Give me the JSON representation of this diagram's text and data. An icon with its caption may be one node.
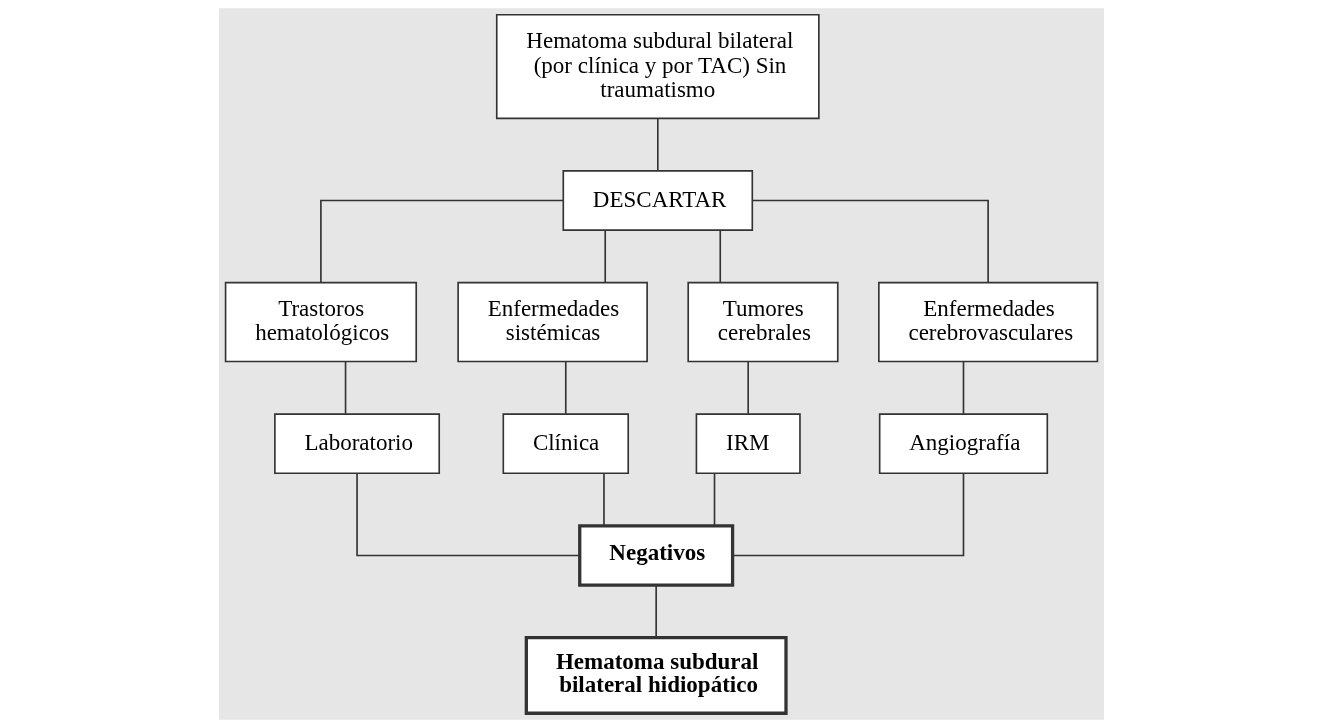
{
  "diagram": {
    "nodes": [
      {
        "text": [
          "Hematoma subdural bilateral (por clínica y por TAC) Sin traumatismo"
        ]
      },
      {
        "text": [
          "DESCARTAR"
        ]
      },
      {
        "text": [
          "Trastoros hematológicos"
        ]
      },
      {
        "text": [
          "Enfermedades sistémicas"
        ]
      },
      {
        "text": [
          "Tumores cerebrales"
        ]
      },
      {
        "text": [
          "Enfermedades cerebrovasculares"
        ]
      },
      {
        "text": [
          "Laboratorio"
        ]
      },
      {
        "text": [
          "Clínica"
        ]
      },
      {
        "text": [
          "IRM"
        ]
      },
      {
        "text": [
          "Angiografía"
        ]
      },
      {
        "text": [
          "Negativos"
        ]
      },
      {
        "text": [
          "Hematoma subdural bilateral hidiopático"
        ]
      }
    ],
    "edges": [
      {
        "from": 0,
        "to": 1,
        "arrow": "none"
      },
      {
        "from": 1,
        "to": 2,
        "arrow": "none"
      },
      {
        "from": 1,
        "to": 3,
        "arrow": "none"
      },
      {
        "from": 1,
        "to": 4,
        "arrow": "none"
      },
      {
        "from": 1,
        "to": 5,
        "arrow": "none"
      },
      {
        "from": 2,
        "to": 6,
        "arrow": "none"
      },
      {
        "from": 3,
        "to": 7,
        "arrow": "none"
      },
      {
        "from": 4,
        "to": 8,
        "arrow": "none"
      },
      {
        "from": 5,
        "to": 9,
        "arrow": "none"
      },
      {
        "from": 6,
        "to": 10,
        "arrow": "none"
      },
      {
        "from": 7,
        "to": 10,
        "arrow": "none"
      },
      {
        "from": 8,
        "to": 10,
        "arrow": "none"
      },
      {
        "from": 9,
        "to": 10,
        "arrow": "none"
      },
      {
        "from": 10,
        "to": 11,
        "arrow": "none"
      }
    ]
  }
}
